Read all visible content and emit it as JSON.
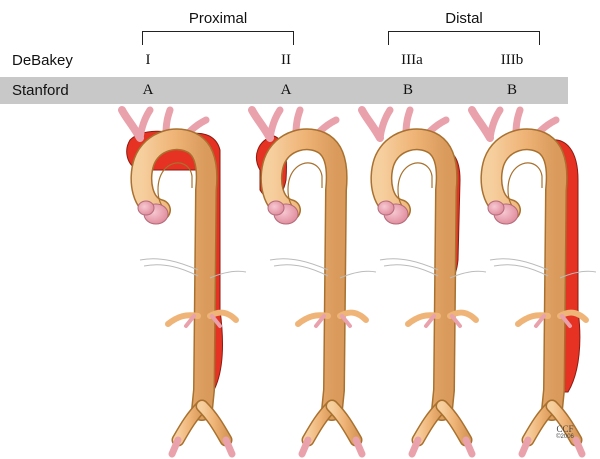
{
  "groups": {
    "proximal": "Proximal",
    "distal": "Distal"
  },
  "rows": {
    "debakey": "DeBakey",
    "stanford": "Stanford"
  },
  "types": [
    {
      "debakey": "I",
      "stanford": "A"
    },
    {
      "debakey": "II",
      "stanford": "A"
    },
    {
      "debakey": "IIIa",
      "stanford": "B"
    },
    {
      "debakey": "IIIb",
      "stanford": "B"
    }
  ],
  "credit": {
    "org": "CCF",
    "year": "©2006"
  },
  "colors": {
    "aorta": "#efb477",
    "aorta_stroke": "#a8712f",
    "false_lumen": "#e53222",
    "vessel_pink": "#e9a1ac",
    "band": "#c8c8c8"
  }
}
